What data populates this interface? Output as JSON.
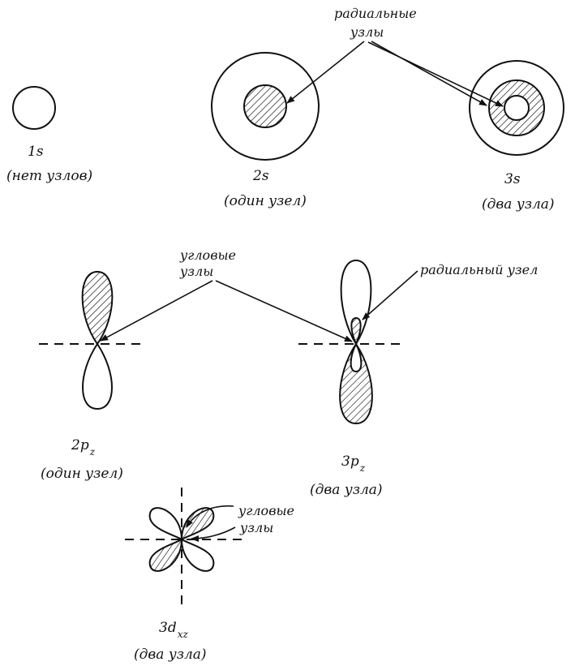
{
  "labels": {
    "s1": "1s",
    "s1_nodes": "(нет узлов)",
    "s2": "2s",
    "s2_nodes": "(один узел)",
    "s3": "3s",
    "s3_nodes": "(два узла)",
    "radial_nodes_1": "радиальные",
    "radial_nodes_2": "узлы",
    "angular_nodes_1": "угловые",
    "angular_nodes_2": "узлы",
    "radial_node": "радиальный узел",
    "p2_main": "2p",
    "p2_sub": "z",
    "p2_nodes": "(один узел)",
    "p3_main": "3p",
    "p3_sub": "z",
    "p3_nodes": "(два узла)",
    "d3_main": "3d",
    "d3_sub": "xz",
    "d3_nodes": "(два узла)",
    "angular_nodes_3": "угловые",
    "angular_nodes_4": "узлы"
  }
}
